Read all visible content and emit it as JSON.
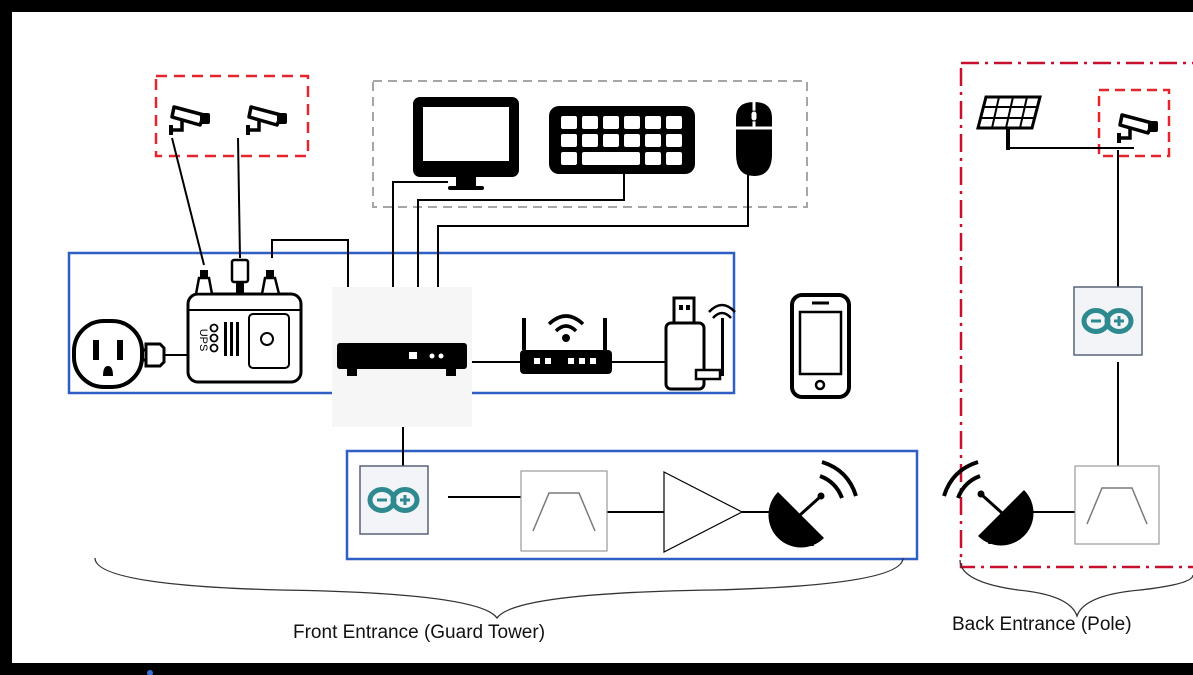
{
  "diagram": {
    "groups": {
      "front": {
        "label": "Front Entrance (Guard Tower)"
      },
      "back": {
        "label": "Back Entrance (Pole)"
      }
    },
    "devices": {
      "ups": {
        "label": "UPS"
      }
    },
    "colors": {
      "frame": "#000000",
      "background": "#ffffff",
      "security_box": "#e3262d",
      "peripherals_box": "#a6a6a6",
      "network_box": "#2f5fc4",
      "arduino_teal": "#2f8a8f",
      "arduino_bg": "#f2f4f7"
    },
    "icons": [
      "cctv-camera-icon",
      "monitor-icon",
      "keyboard-icon",
      "mouse-icon",
      "wall-outlet-icon",
      "plug-icon",
      "ups-icon",
      "network-switch-icon",
      "wifi-router-icon",
      "usb-wifi-adapter-icon",
      "smartphone-icon",
      "arduino-icon",
      "bandpass-filter-icon",
      "amplifier-icon",
      "satellite-dish-icon",
      "solar-panel-icon"
    ]
  }
}
